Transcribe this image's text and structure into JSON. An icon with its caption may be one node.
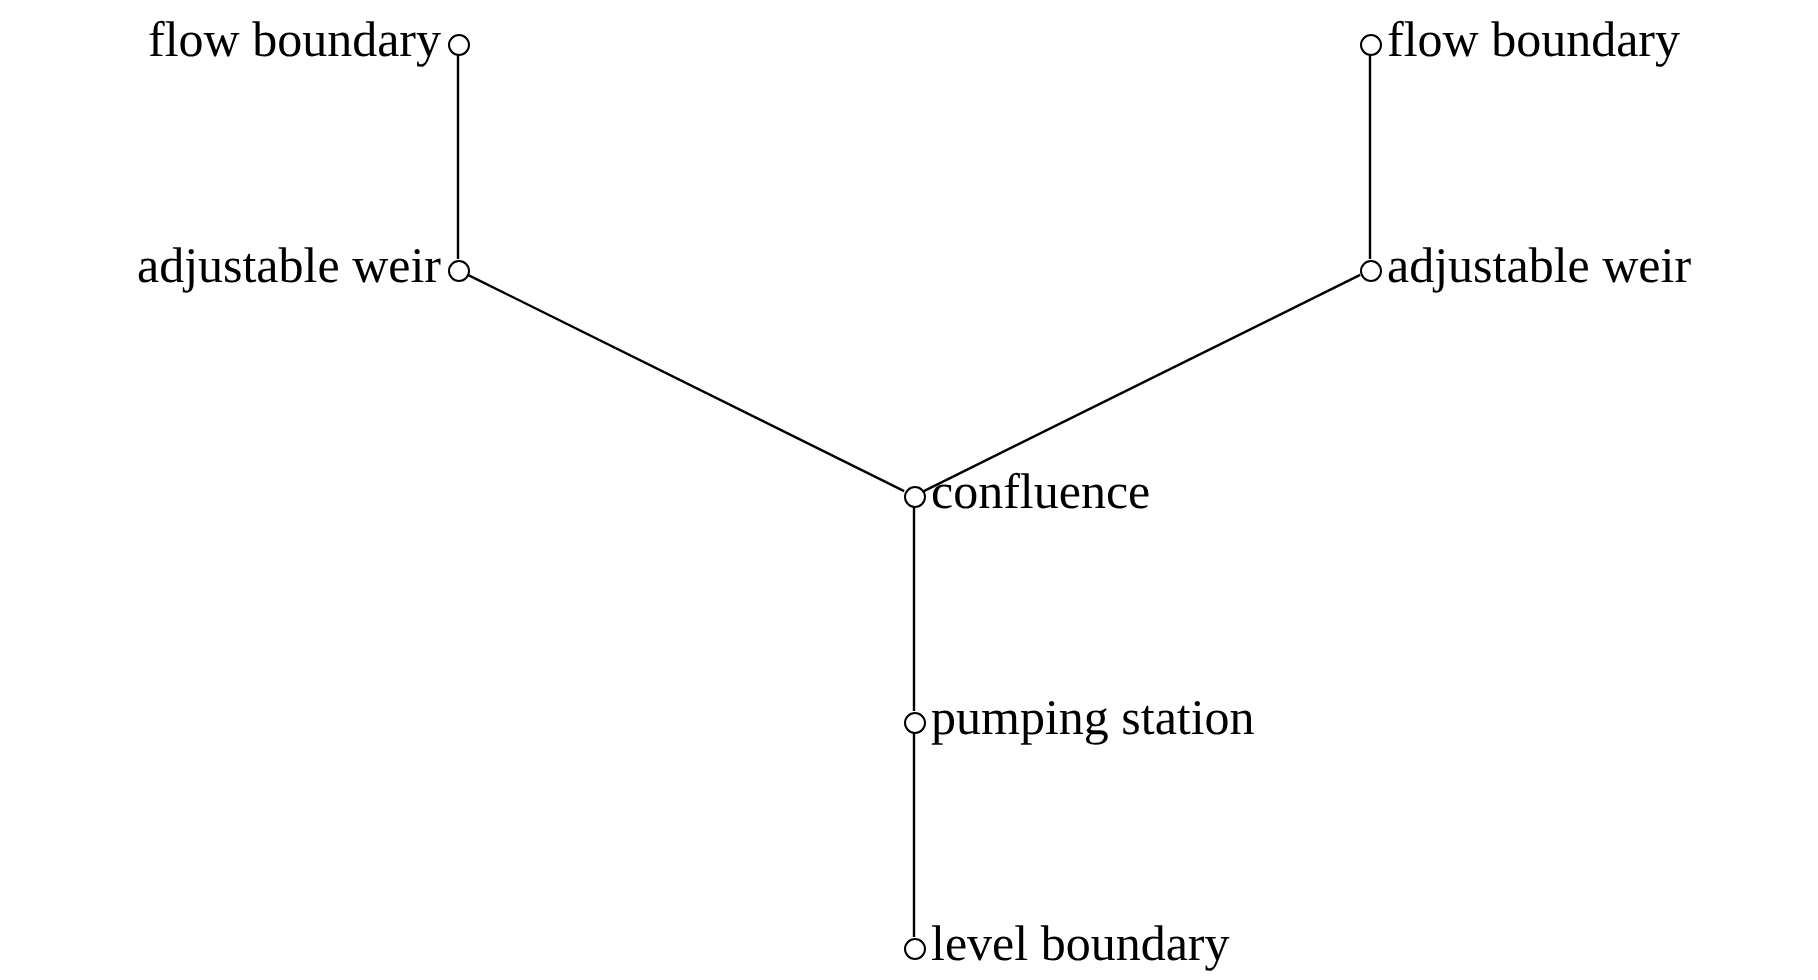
{
  "diagram": {
    "nodes": [
      {
        "text": [],
        "shape": "circle",
        "beside": [
          "flow boundary"
        ]
      },
      {
        "text": [],
        "shape": "circle",
        "beside": [
          "flow boundary"
        ]
      },
      {
        "text": [],
        "shape": "circle",
        "beside": [
          "adjustable weir"
        ]
      },
      {
        "text": [],
        "shape": "circle",
        "beside": [
          "adjustable weir"
        ]
      },
      {
        "text": [],
        "shape": "circle",
        "beside": [
          "confluence"
        ]
      },
      {
        "text": [],
        "shape": "circle",
        "beside": [
          "pumping station"
        ]
      },
      {
        "text": [],
        "shape": "circle",
        "beside": [
          "level boundary"
        ]
      }
    ],
    "edges": [
      {
        "from": 0,
        "to": 2,
        "arrow": "none"
      },
      {
        "from": 1,
        "to": 3,
        "arrow": "none"
      },
      {
        "from": 2,
        "to": 4,
        "arrow": "none"
      },
      {
        "from": 3,
        "to": 4,
        "arrow": "none"
      },
      {
        "from": 4,
        "to": 5,
        "arrow": "none"
      },
      {
        "from": 5,
        "to": 6,
        "arrow": "none"
      }
    ]
  }
}
